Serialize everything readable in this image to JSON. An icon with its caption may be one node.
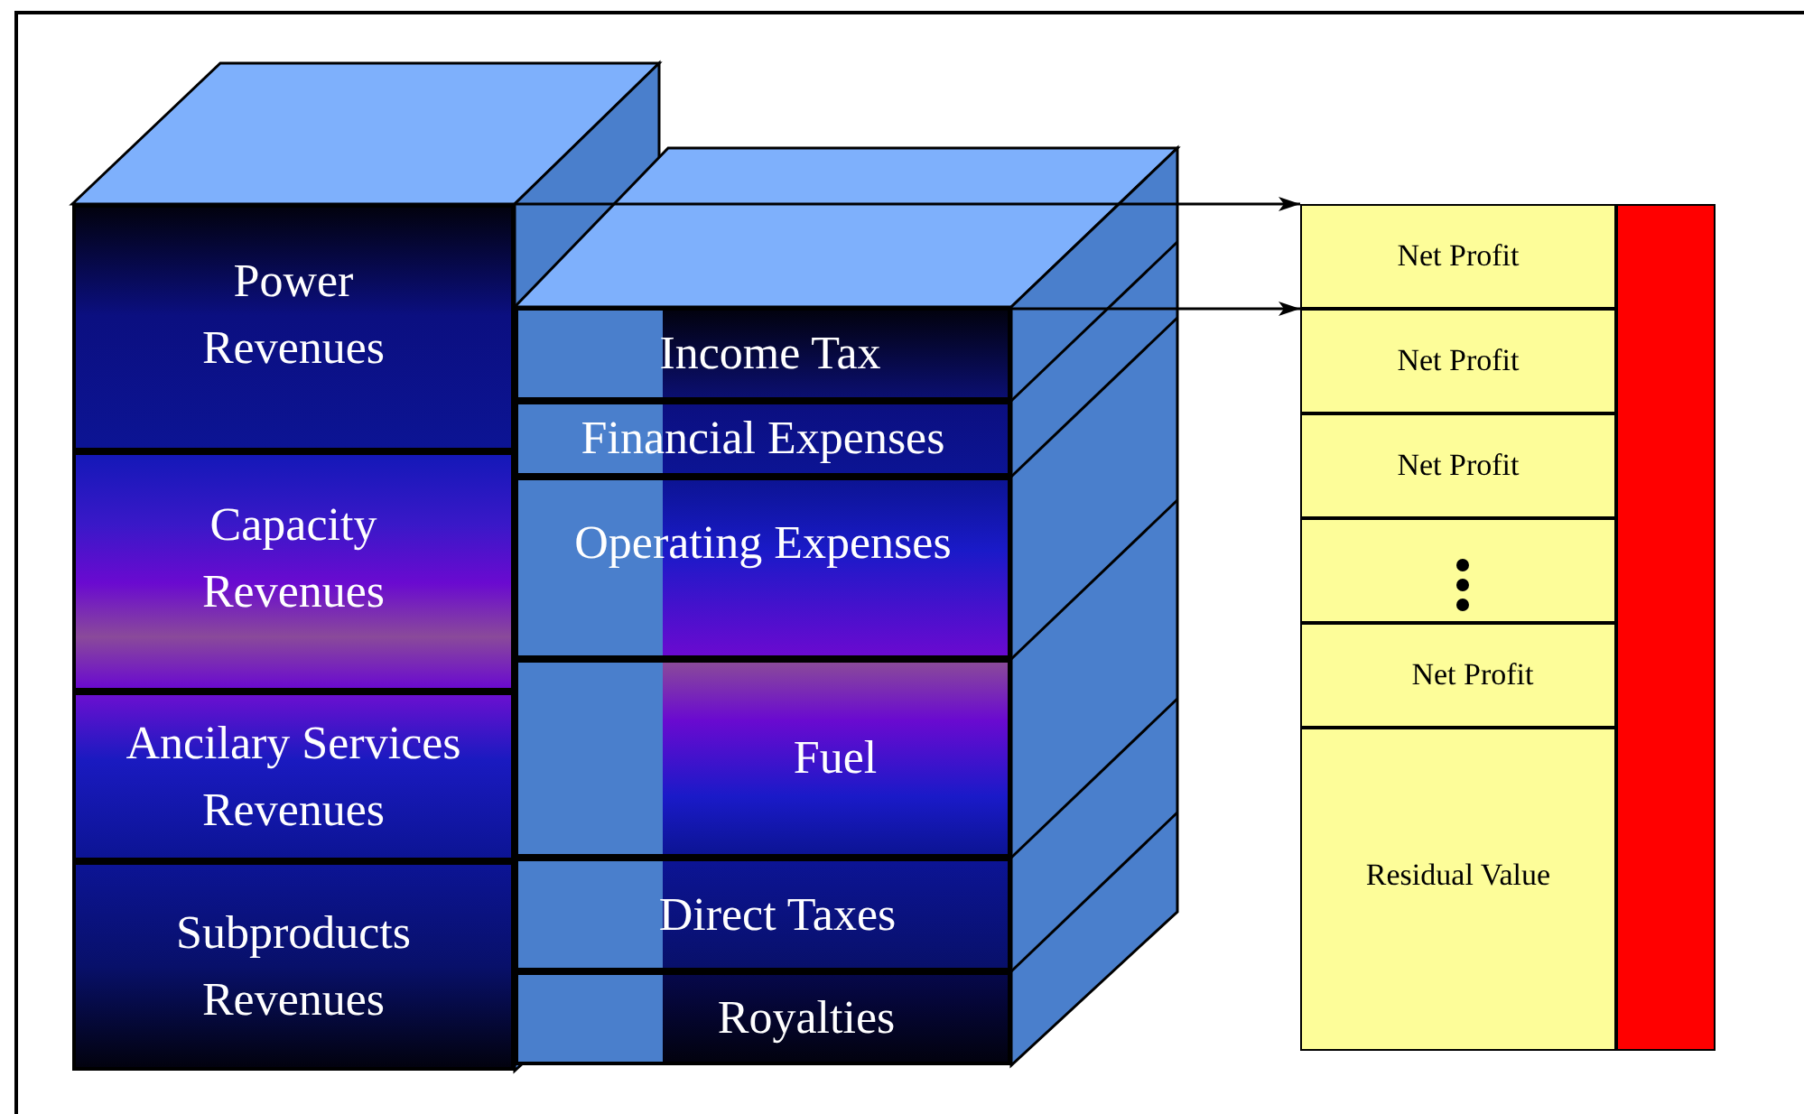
{
  "diagram": {
    "nodes": [
      {
        "text": [
          "Power Revenues"
        ]
      },
      {
        "text": [
          "Capacity Revenues"
        ]
      },
      {
        "text": [
          "Ancilary Services Revenues"
        ]
      },
      {
        "text": [
          "Subproducts Revenues"
        ]
      },
      {
        "text": [
          "Income Tax"
        ]
      },
      {
        "text": [
          "Financial Expenses"
        ]
      },
      {
        "text": [
          "Operating Expenses"
        ]
      },
      {
        "text": [
          "Fuel"
        ]
      },
      {
        "text": [
          "Direct Taxes"
        ]
      },
      {
        "text": [
          "Royalties"
        ]
      },
      {
        "text": [
          "Net Profit"
        ]
      },
      {
        "text": [
          "Net Profit"
        ]
      },
      {
        "text": [
          "Net Profit"
        ]
      },
      {
        "text": [],
        "shape": "box"
      },
      {
        "text": [
          "Net Profit"
        ]
      },
      {
        "text": [
          "Residual Value"
        ]
      },
      {
        "text": [],
        "shape": "bar"
      }
    ],
    "edges": [
      {
        "from": 0,
        "to": 10,
        "arrow": "to"
      },
      {
        "from": 4,
        "to": 11,
        "arrow": "to"
      }
    ]
  }
}
